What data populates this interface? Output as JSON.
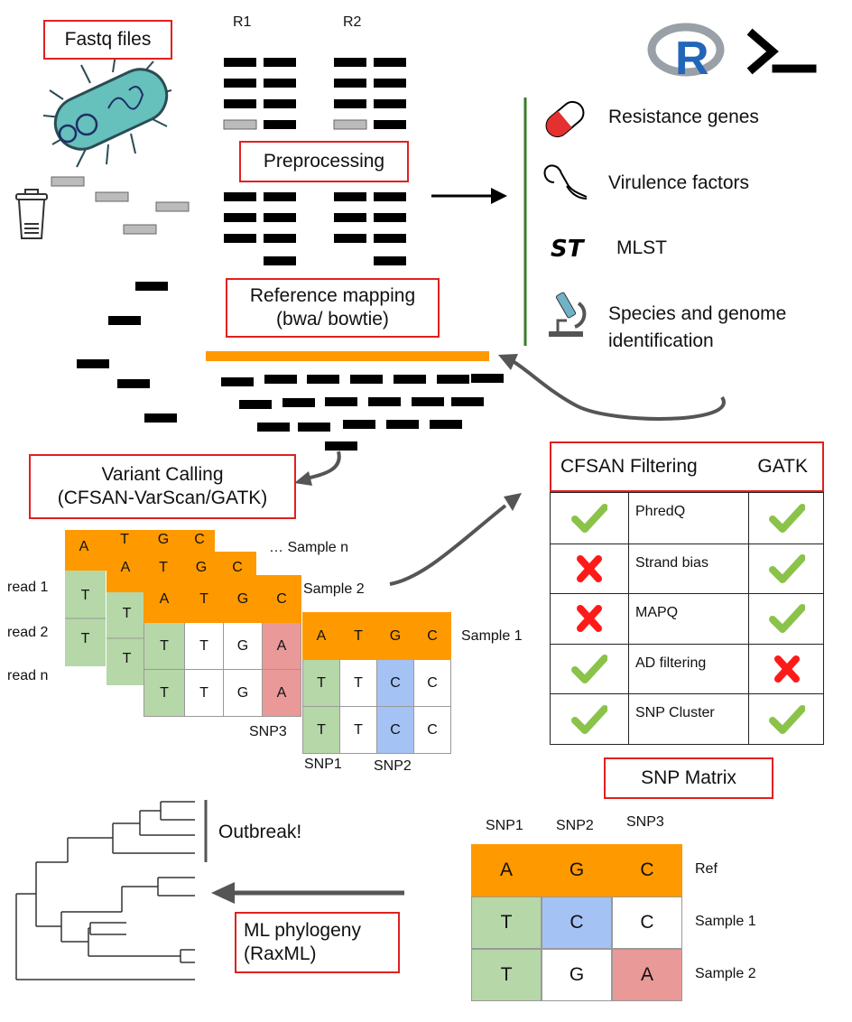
{
  "top": {
    "fastq_label": "Fastq files",
    "r1": "R1",
    "r2": "R2",
    "preprocessing": "Preprocessing",
    "mapping_line1": "Reference mapping",
    "mapping_line2": "(bwa/ bowtie)"
  },
  "analyses": {
    "resistance": "Resistance genes",
    "virulence": "Virulence factors",
    "mlst_icon": "ST",
    "mlst": "MLST",
    "species_line1": "Species and genome",
    "species_line2": "identification"
  },
  "variant": {
    "line1": "Variant Calling",
    "line2": "(CFSAN-VarScan/GATK)",
    "sample_n": "… Sample n",
    "sample_2": "Sample 2",
    "sample_1": "Sample 1",
    "read1": "read 1",
    "read2": "read 2",
    "readn": "read n",
    "back_header": [
      "A",
      "T",
      "G",
      "C"
    ],
    "sample2_rows": [
      [
        "A",
        "T",
        "G",
        "C"
      ],
      [
        "T",
        "T",
        "G",
        "A"
      ],
      [
        "T",
        "T",
        "G",
        "A"
      ]
    ],
    "sample1_rows": [
      [
        "A",
        "T",
        "G",
        "C"
      ],
      [
        "T",
        "T",
        "C",
        "C"
      ],
      [
        "T",
        "T",
        "C",
        "C"
      ]
    ],
    "snp1": "SNP1",
    "snp2": "SNP2",
    "snp3": "SNP3"
  },
  "filtering": {
    "header_left": "CFSAN Filtering",
    "header_right": "GATK",
    "rows": [
      {
        "name": "PhredQ",
        "cfsan": "check",
        "gatk": "check"
      },
      {
        "name": "Strand bias",
        "cfsan": "cross",
        "gatk": "check"
      },
      {
        "name": "MAPQ",
        "cfsan": "cross",
        "gatk": "check"
      },
      {
        "name": "AD filtering",
        "cfsan": "check",
        "gatk": "cross"
      },
      {
        "name": "SNP Cluster",
        "cfsan": "check",
        "gatk": "check"
      }
    ]
  },
  "snp_matrix": {
    "title": "SNP Matrix",
    "columns": [
      "SNP1",
      "SNP2",
      "SNP3"
    ],
    "rows": [
      {
        "label": "Ref",
        "cells": [
          "A",
          "G",
          "C"
        ]
      },
      {
        "label": "Sample 1",
        "cells": [
          "T",
          "C",
          "C"
        ]
      },
      {
        "label": "Sample 2",
        "cells": [
          "T",
          "G",
          "A"
        ]
      }
    ]
  },
  "phylogeny": {
    "outbreak": "Outbreak!",
    "line1": "ML phylogeny",
    "line2": "(RaxML)"
  },
  "colors": {
    "orange": "#ff9900",
    "green": "#b6d7a8",
    "blue": "#a4c2f4",
    "red_cell": "#ea9999",
    "box_border": "#e02020",
    "check": "#8bc34a",
    "cross": "#ff1a1a",
    "sep_line": "#3a7d2a"
  }
}
